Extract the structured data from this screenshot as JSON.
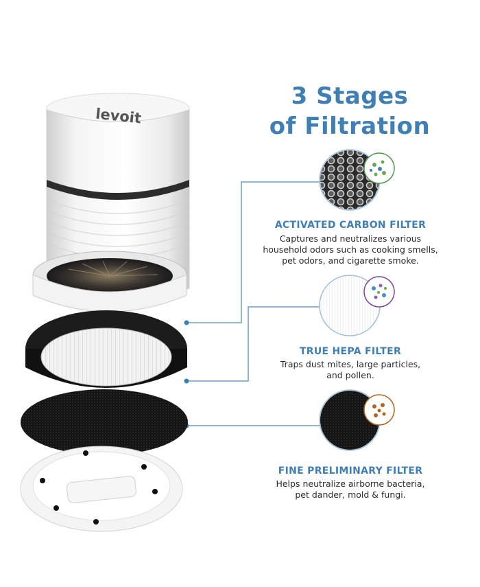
{
  "title": {
    "line1": "3 Stages",
    "line2": "of Filtration"
  },
  "brand": {
    "logo_text": "levoit"
  },
  "stages": [
    {
      "heading": "ACTIVATED CARBON FILTER",
      "description": [
        "Captures and neutralizes various",
        "household odors such as cooking smells,",
        "pet odors, and cigarette smoke."
      ],
      "icon": "carbon-honeycomb-icon"
    },
    {
      "heading": "TRUE HEPA FILTER",
      "description": [
        "Traps dust mites, large particles,",
        "and pollen."
      ],
      "icon": "hepa-pleats-icon"
    },
    {
      "heading": "FINE PRELIMINARY FILTER",
      "description": [
        "Helps neutralize airborne bacteria,",
        "pet dander, mold & fungi."
      ],
      "icon": "pre-filter-mesh-icon"
    }
  ],
  "colors": {
    "accent": "#3e7fb5",
    "line": "#6a9ecb",
    "text": "#2b2b2b"
  }
}
